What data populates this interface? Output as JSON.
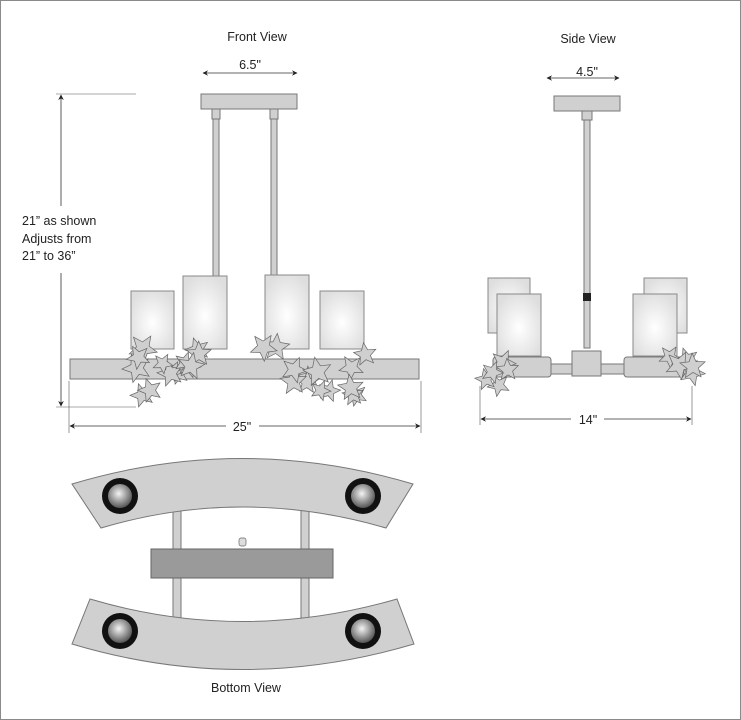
{
  "front_view": {
    "title": "Front View",
    "canopy_width": "6.5\"",
    "height_note": [
      "21” as shown",
      "Adjusts from",
      "21” to 36”"
    ],
    "overall_width": "25\""
  },
  "side_view": {
    "title": "Side View",
    "canopy_width": "4.5\"",
    "overall_width": "14\""
  },
  "bottom_view": {
    "title": "Bottom View"
  }
}
